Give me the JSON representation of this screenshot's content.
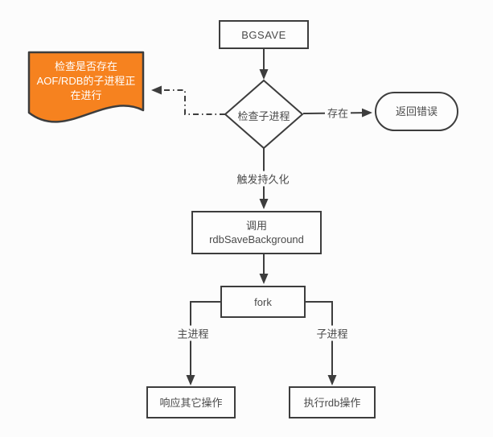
{
  "colors": {
    "background": "#fcfcfc",
    "line": "#3d3d3d",
    "text": "#4a4a4a",
    "node_fill": "#fdfdfd",
    "note_fill": "#f6821f",
    "note_text": "#ffffff"
  },
  "nodes": {
    "bgsave": {
      "label": "BGSAVE"
    },
    "check_child_process": {
      "label": "检查子进程"
    },
    "return_error": {
      "label": "返回错误"
    },
    "note": {
      "line1": "检查是否存在",
      "line2": "AOF/RDB的子进程正",
      "line3": "在进行"
    },
    "call_rdbsave": {
      "line1": "调用",
      "line2": "rdbSaveBackground"
    },
    "fork": {
      "label": "fork"
    },
    "respond_other_ops": {
      "label": "响应其它操作"
    },
    "exec_rdb": {
      "label": "执行rdb操作"
    }
  },
  "edge_labels": {
    "exists": "存在",
    "trigger_persistence": "触发持久化",
    "main_process": "主进程",
    "child_process": "子进程"
  }
}
